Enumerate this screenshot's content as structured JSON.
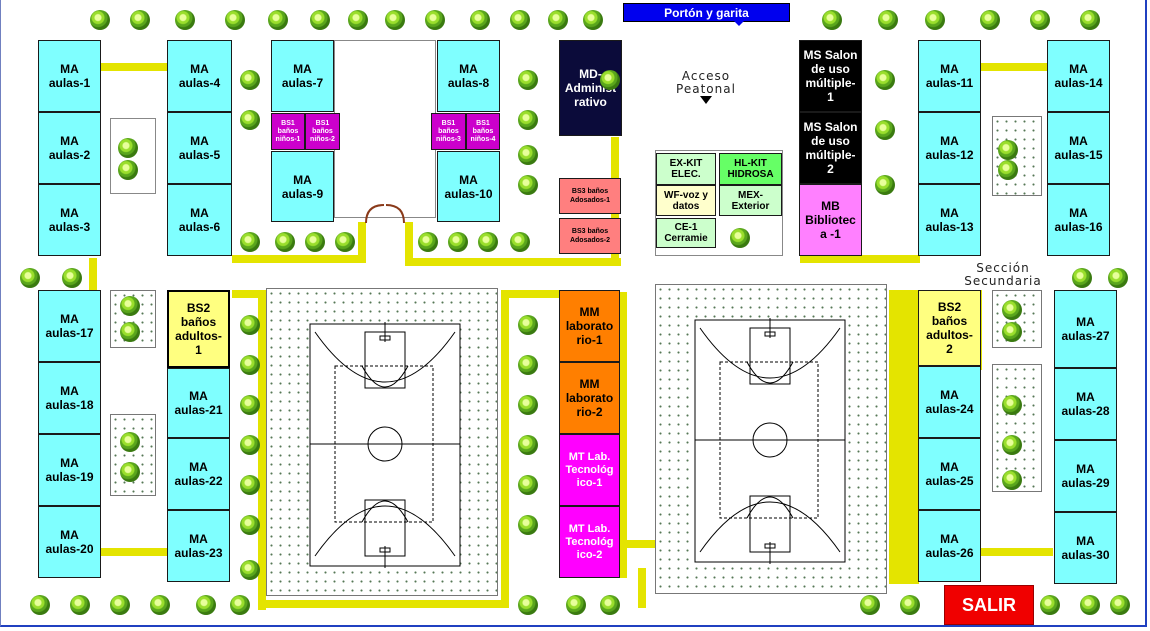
{
  "gate_label": "Portón y garita",
  "exit_label": "SALIR",
  "labels": {
    "acceso_peatonal": "Acceso\nPeatonal",
    "seccion_secundaria": "Sección\nSecundaria"
  },
  "rooms": {
    "ma1": "MA\naulas-1",
    "ma2": "MA\naulas-2",
    "ma3": "MA\naulas-3",
    "ma4": "MA\naulas-4",
    "ma5": "MA\naulas-5",
    "ma6": "MA\naulas-6",
    "ma7": "MA\naulas-7",
    "ma8": "MA\naulas-8",
    "ma9": "MA\naulas-9",
    "ma10": "MA\naulas-10",
    "ma11": "MA\naulas-11",
    "ma12": "MA\naulas-12",
    "ma13": "MA\naulas-13",
    "ma14": "MA\naulas-14",
    "ma15": "MA\naulas-15",
    "ma16": "MA\naulas-16",
    "ma17": "MA\naulas-17",
    "ma18": "MA\naulas-18",
    "ma19": "MA\naulas-19",
    "ma20": "MA\naulas-20",
    "ma21": "MA\naulas-21",
    "ma22": "MA\naulas-22",
    "ma23": "MA\naulas-23",
    "ma24": "MA\naulas-24",
    "ma25": "MA\naulas-25",
    "ma26": "MA\naulas-26",
    "ma27": "MA\naulas-27",
    "ma28": "MA\naulas-28",
    "ma29": "MA\naulas-29",
    "ma30": "MA\naulas-30",
    "bs1_1": "BS1\nbaños\nniños-1",
    "bs1_2": "BS1\nbaños\nniños-2",
    "bs1_3": "BS1\nbaños\nniños-3",
    "bs1_4": "BS1\nbaños\nniños-4",
    "md": "MD-\nAdminist\nrativo",
    "bs3_1": "BS3 baños\nAdosados-1",
    "bs3_2": "BS3 baños\nAdosados-2",
    "exkit": "EX-KIT\nELEC.",
    "hlkit": "HL-KIT\nHIDROSA",
    "wf": "WF-voz y\ndatos",
    "mex": "MEX-\nExterior",
    "ce1": "CE-1\nCerramie",
    "ms1": "MS Salon\nde uso\nmúltiple-\n1",
    "ms2": "MS Salon\nde uso\nmúltiple-\n2",
    "mb": "MB\nBibliotec\na -1",
    "bs2_1": "BS2\nbaños\nadultos-\n1",
    "bs2_2": "BS2\nbaños\nadultos-\n2",
    "mm1": "MM\nlaborato\nrio-1",
    "mm2": "MM\nlaborato\nrio-2",
    "mt1": "MT Lab.\nTecnológ\nico-1",
    "mt2": "MT Lab.\nTecnológ\nico-2"
  },
  "colors": {
    "classroom": "#7fffff",
    "path": "#e4e400",
    "exit": "#f00000",
    "gate": "#0000ee"
  }
}
